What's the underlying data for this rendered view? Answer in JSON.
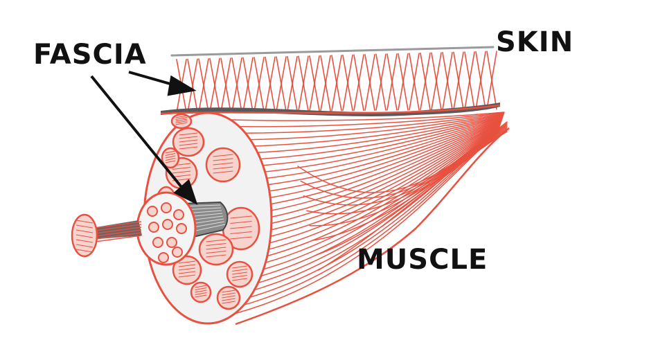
{
  "labels": {
    "fascia": "FASCIA",
    "skin": "SKIN",
    "muscle": "MUSCLE"
  },
  "colors": {
    "muscle_red": "#e8503f",
    "skin_hatch": "#e8503f",
    "fascia_grey": "#9a9a9a",
    "fascia_dark": "#555555",
    "label_black": "#111111",
    "background": "#ffffff"
  }
}
